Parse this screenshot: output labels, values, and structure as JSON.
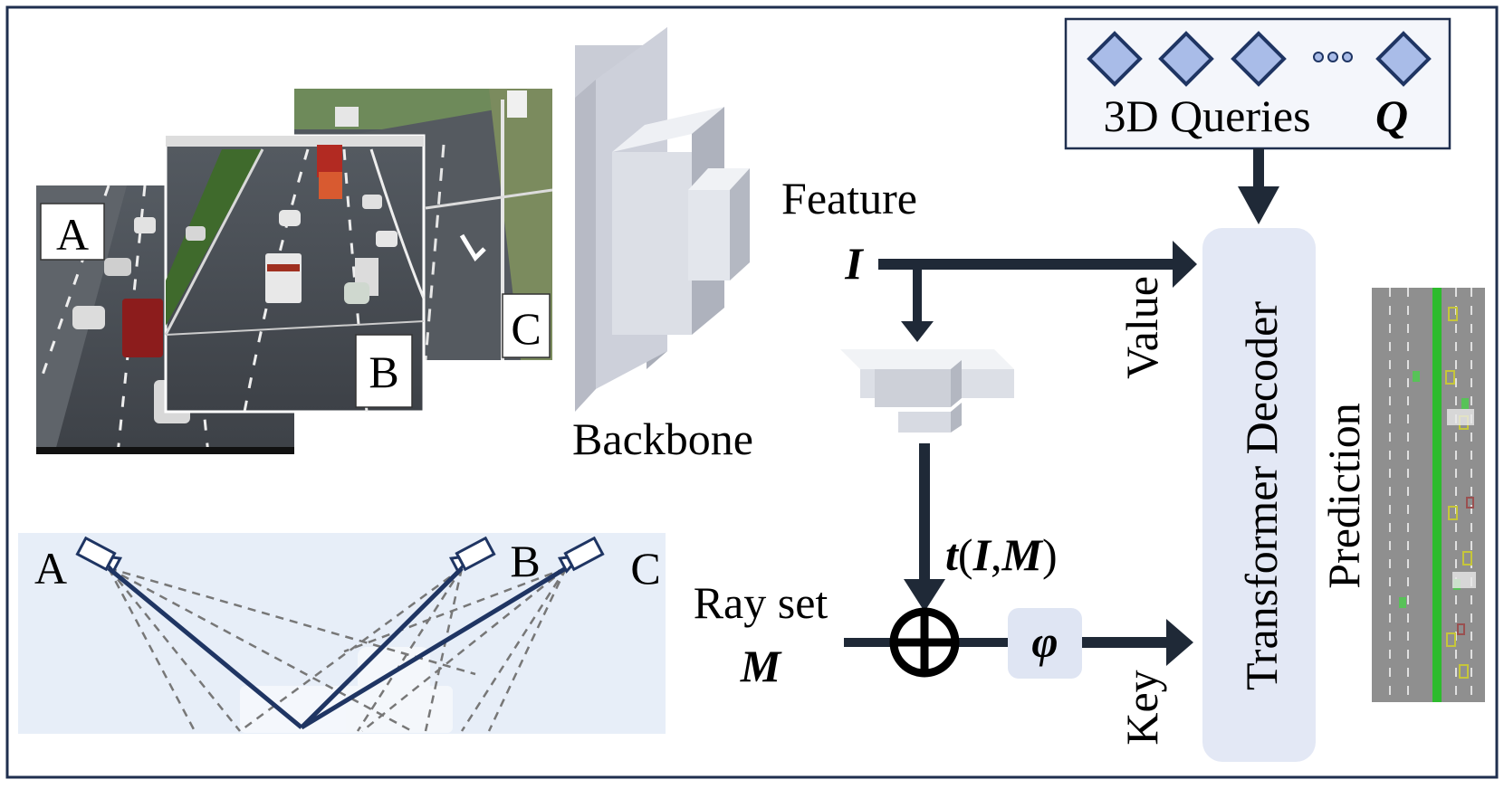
{
  "colors": {
    "frame": "#1f2f4f",
    "arrow": "#1f2937",
    "decoder_fill": "#e3e8f5",
    "query_fill": "#9fb4e3",
    "query_stroke": "#1f3563",
    "ray_panel": "#e7eef8",
    "ray_solid": "#1f3563",
    "ray_dashed": "#777777",
    "backbone": "#c8ccd6",
    "lane_green": "#2dbb2d"
  },
  "images": {
    "labels": [
      "A",
      "B",
      "C"
    ]
  },
  "backbone": {
    "label": "Backbone"
  },
  "feature": {
    "label": "Feature",
    "symbol": "I"
  },
  "queries": {
    "label": "3D Queries",
    "symbol": "Q",
    "ellipsis": "•••"
  },
  "decoder": {
    "label": "Transformer Decoder"
  },
  "arrows": {
    "value_label": "Value",
    "key_label": "Key"
  },
  "transform": {
    "label": "t(I,M)",
    "t": "t",
    "open": "(",
    "I": "I",
    "comma": ",",
    "M": "M",
    "close": ")"
  },
  "plus": {
    "symbol": "⊕"
  },
  "phi": {
    "symbol": "φ"
  },
  "rayset": {
    "label_line1": "Ray set",
    "symbol": "M"
  },
  "cameras": {
    "labels": [
      "A",
      "B",
      "C"
    ]
  },
  "prediction": {
    "label": "Prediction"
  }
}
